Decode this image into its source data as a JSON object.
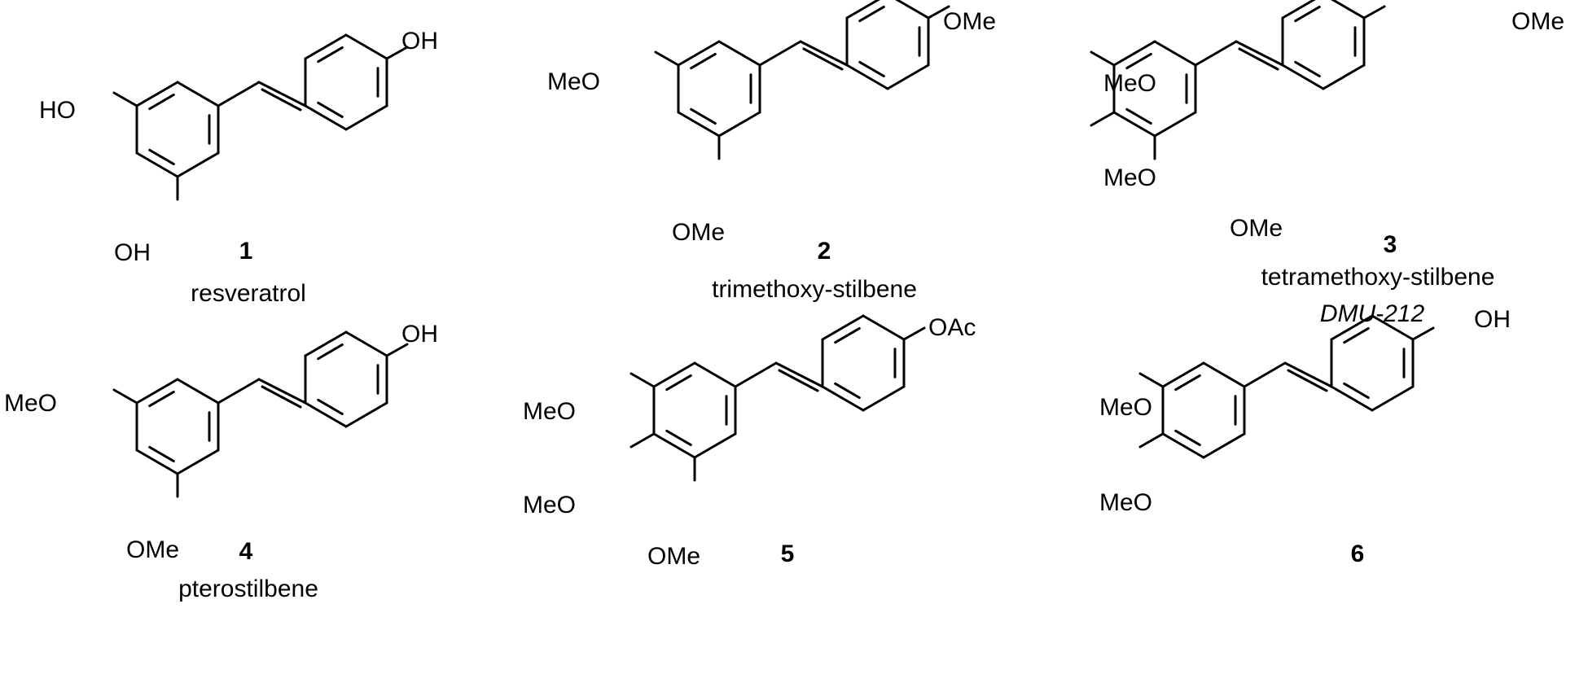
{
  "compounds": [
    {
      "number": "1",
      "name": "resveratrol",
      "code": "",
      "substituents": {
        "para": "OH",
        "meta_a": "HO",
        "meta_b": "OH",
        "para_left": ""
      }
    },
    {
      "number": "2",
      "name": "trimethoxy-stilbene",
      "code": "",
      "substituents": {
        "para": "OMe",
        "meta_a": "MeO",
        "meta_b": "OMe",
        "para_left": ""
      }
    },
    {
      "number": "3",
      "name": "tetramethoxy-stilbene",
      "code": "DMU-212",
      "substituents": {
        "para": "OMe",
        "meta_a": "MeO",
        "meta_b": "OMe",
        "para_left": "MeO"
      }
    },
    {
      "number": "4",
      "name": "pterostilbene",
      "code": "",
      "substituents": {
        "para": "OH",
        "meta_a": "MeO",
        "meta_b": "OMe",
        "para_left": ""
      }
    },
    {
      "number": "5",
      "name": "",
      "code": "",
      "substituents": {
        "para": "OAc",
        "meta_a": "MeO",
        "meta_b": "OMe",
        "para_left": "MeO"
      }
    },
    {
      "number": "6",
      "name": "",
      "code": "",
      "substituents": {
        "para": "OH",
        "meta_a": "MeO",
        "meta_b": "",
        "para_left": "MeO"
      }
    }
  ]
}
